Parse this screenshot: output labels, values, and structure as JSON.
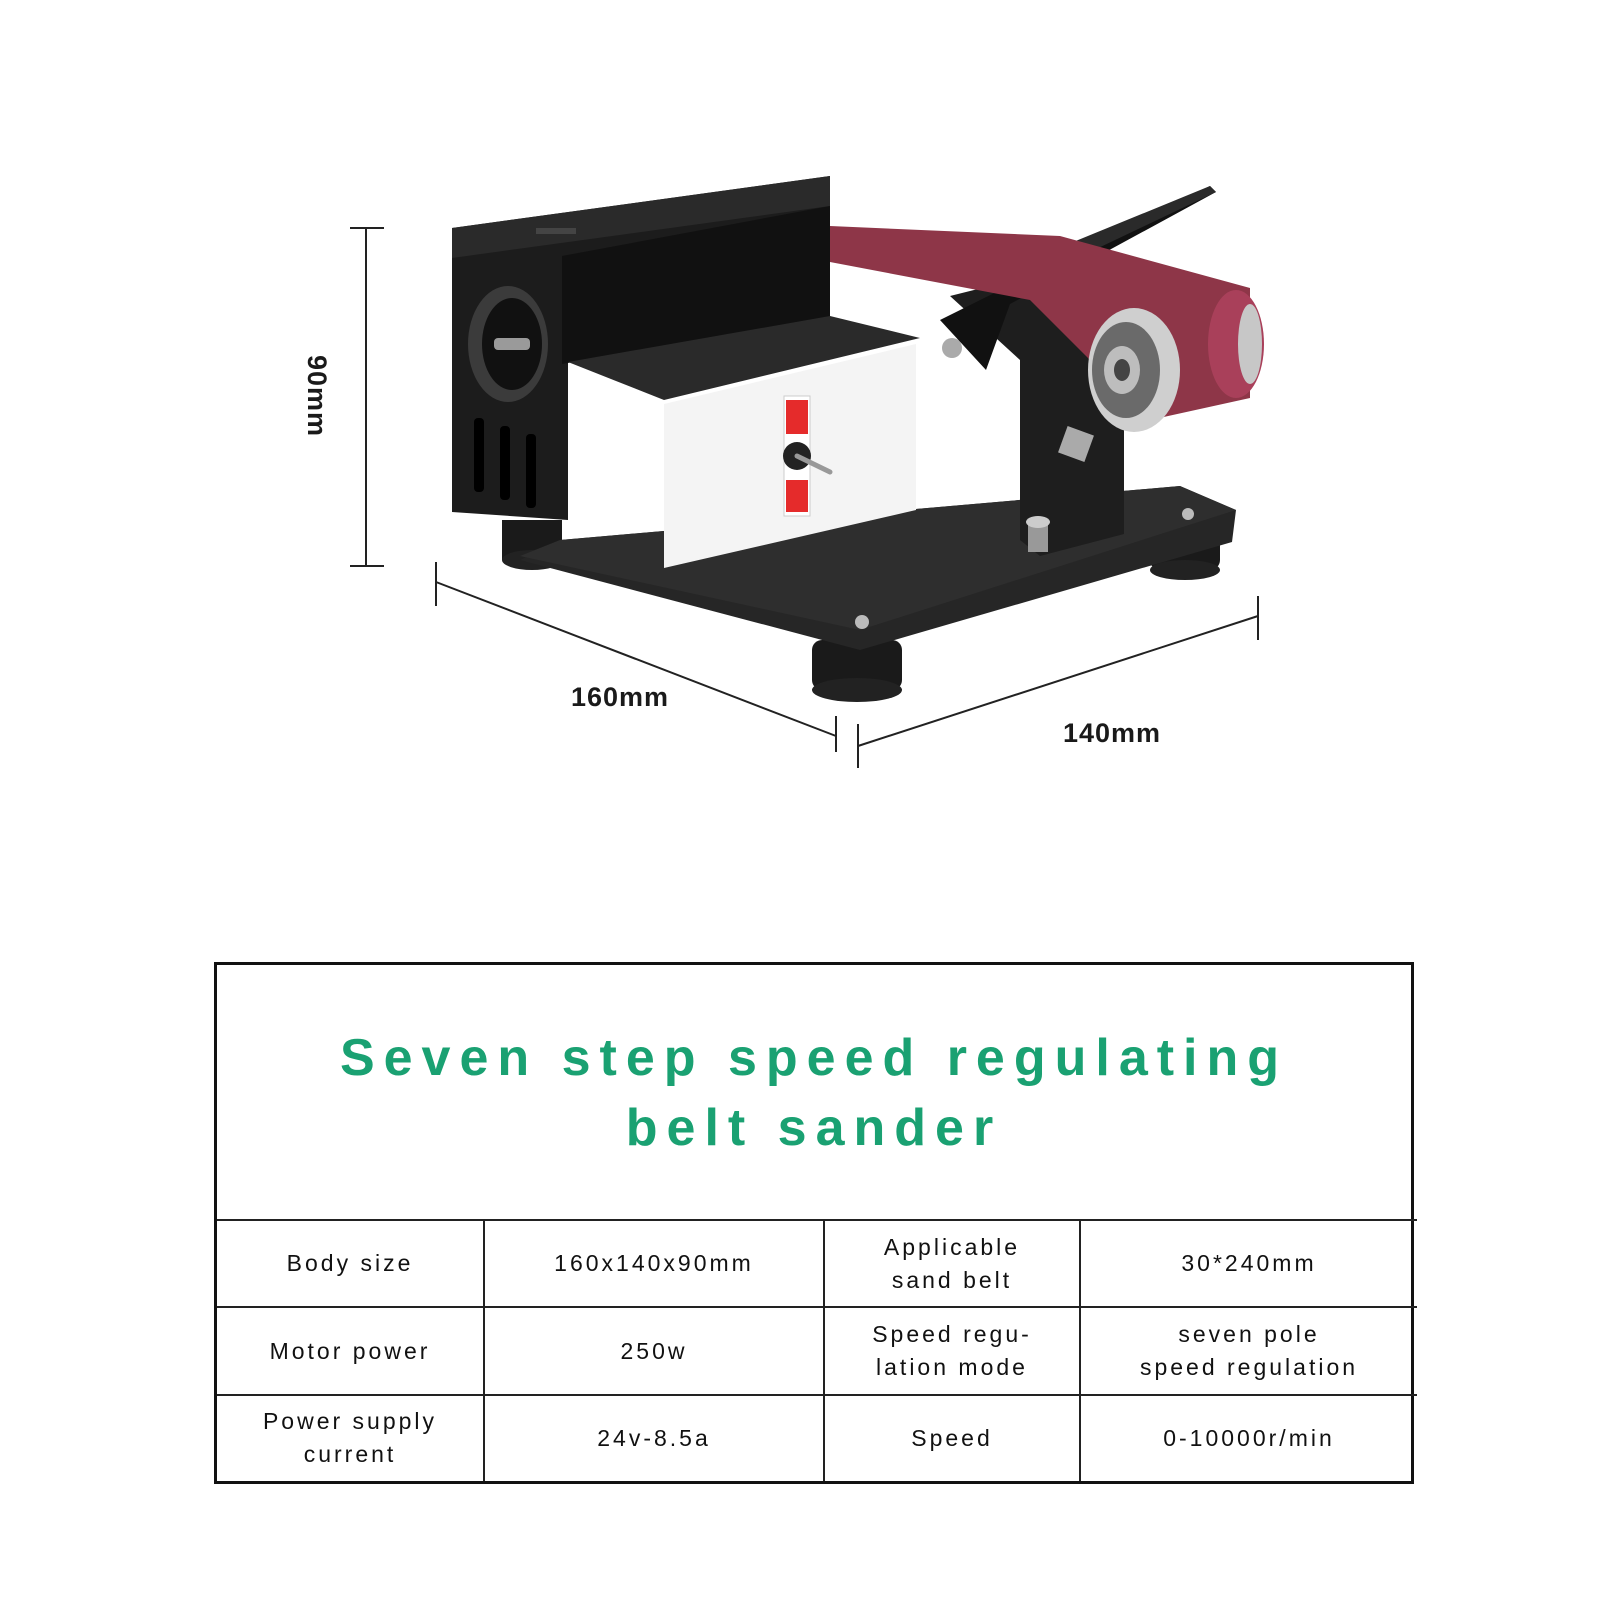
{
  "dimensions": {
    "height": "90mm",
    "length": "160mm",
    "width": "140mm"
  },
  "colors": {
    "title": "#1aa172",
    "belt": "#8e3648",
    "body": "#1c1c1c",
    "switch_red": "#e52b2b"
  },
  "spec": {
    "title_lines": [
      "Seven step speed regulating",
      "belt sander"
    ],
    "rows": [
      [
        [
          "Body size"
        ],
        [
          "160x140x90mm"
        ],
        [
          "Applicable",
          "sand belt"
        ],
        [
          "30*240mm"
        ]
      ],
      [
        [
          "Motor power"
        ],
        [
          "250w"
        ],
        [
          "Speed regu-",
          "lation mode"
        ],
        [
          "seven pole",
          "speed regulation"
        ]
      ],
      [
        [
          "Power supply",
          "current"
        ],
        [
          "24v-8.5a"
        ],
        [
          "Speed"
        ],
        [
          "0-10000r/min"
        ]
      ]
    ]
  }
}
